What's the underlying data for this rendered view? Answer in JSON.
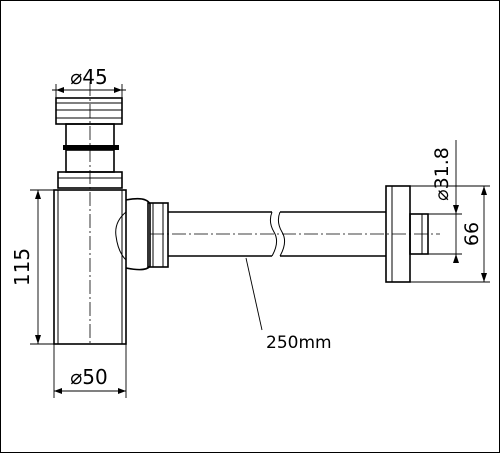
{
  "dimensions": {
    "top_diameter": "⌀45",
    "right_diameter": "⌀31.8",
    "right_height": "66",
    "left_height": "115",
    "pipe_length": "250mm",
    "bottom_diameter": "⌀50"
  }
}
